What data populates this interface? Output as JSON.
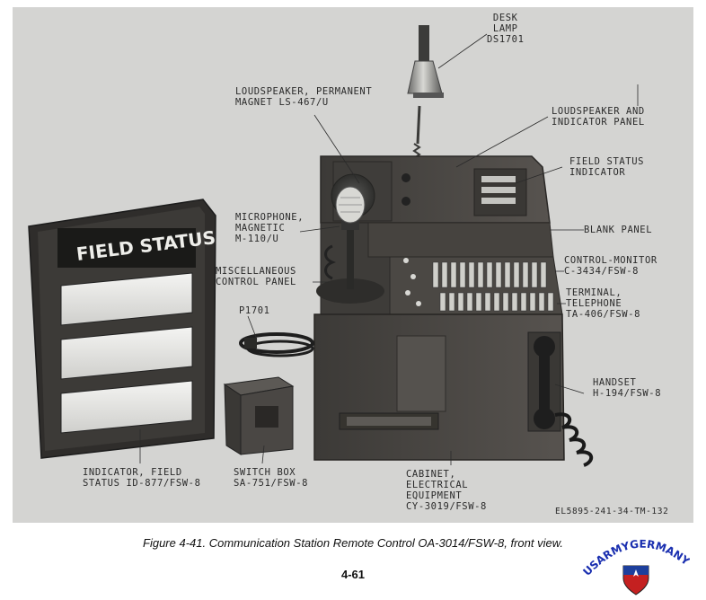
{
  "figure": {
    "caption": "Figure 4-41.  Communication Station Remote Control OA-3014/FSW-8, front view.",
    "page_number": "4-61",
    "photo_ref": "EL5895-241-34-TM-132",
    "callouts": {
      "desk_lamp": [
        "DESK",
        "LAMP",
        "DS1701"
      ],
      "loudspeaker_pm": [
        "LOUDSPEAKER, PERMANENT",
        "MAGNET LS-467/U"
      ],
      "loudspeaker_indicator_panel": [
        "LOUDSPEAKER AND",
        "INDICATOR PANEL"
      ],
      "field_status_indicator": [
        "FIELD STATUS",
        "INDICATOR"
      ],
      "blank_panel": [
        "BLANK PANEL"
      ],
      "microphone": [
        "MICROPHONE,",
        "MAGNETIC",
        "M-110/U"
      ],
      "misc_control_panel": [
        "MISCELLANEOUS",
        "CONTROL PANEL"
      ],
      "control_monitor": [
        "CONTROL-MONITOR",
        "C-3434/FSW-8"
      ],
      "terminal_telephone": [
        "TERMINAL,",
        "TELEPHONE",
        "TA-406/FSW-8"
      ],
      "p1701": [
        "P1701"
      ],
      "handset": [
        "HANDSET",
        "H-194/FSW-8"
      ],
      "indicator_field_status": [
        "INDICATOR, FIELD",
        "STATUS ID-877/FSW-8"
      ],
      "switch_box": [
        "SWITCH BOX",
        "SA-751/FSW-8"
      ],
      "cabinet": [
        "CABINET,",
        "ELECTRICAL",
        "EQUIPMENT",
        "CY-3019/FSW-8"
      ]
    }
  },
  "indicator_panel_sign": "FIELD STATUS",
  "watermark": {
    "text": "USARMYGERMANY.COM",
    "color_text": "#1a2fb0",
    "color_shield_top": "#1d3f9c",
    "color_shield_bottom": "#c42020"
  },
  "colors": {
    "photo_bg": "#d4d4d2",
    "cabinet": "#484542",
    "panel_dark": "#2e2d2b"
  }
}
